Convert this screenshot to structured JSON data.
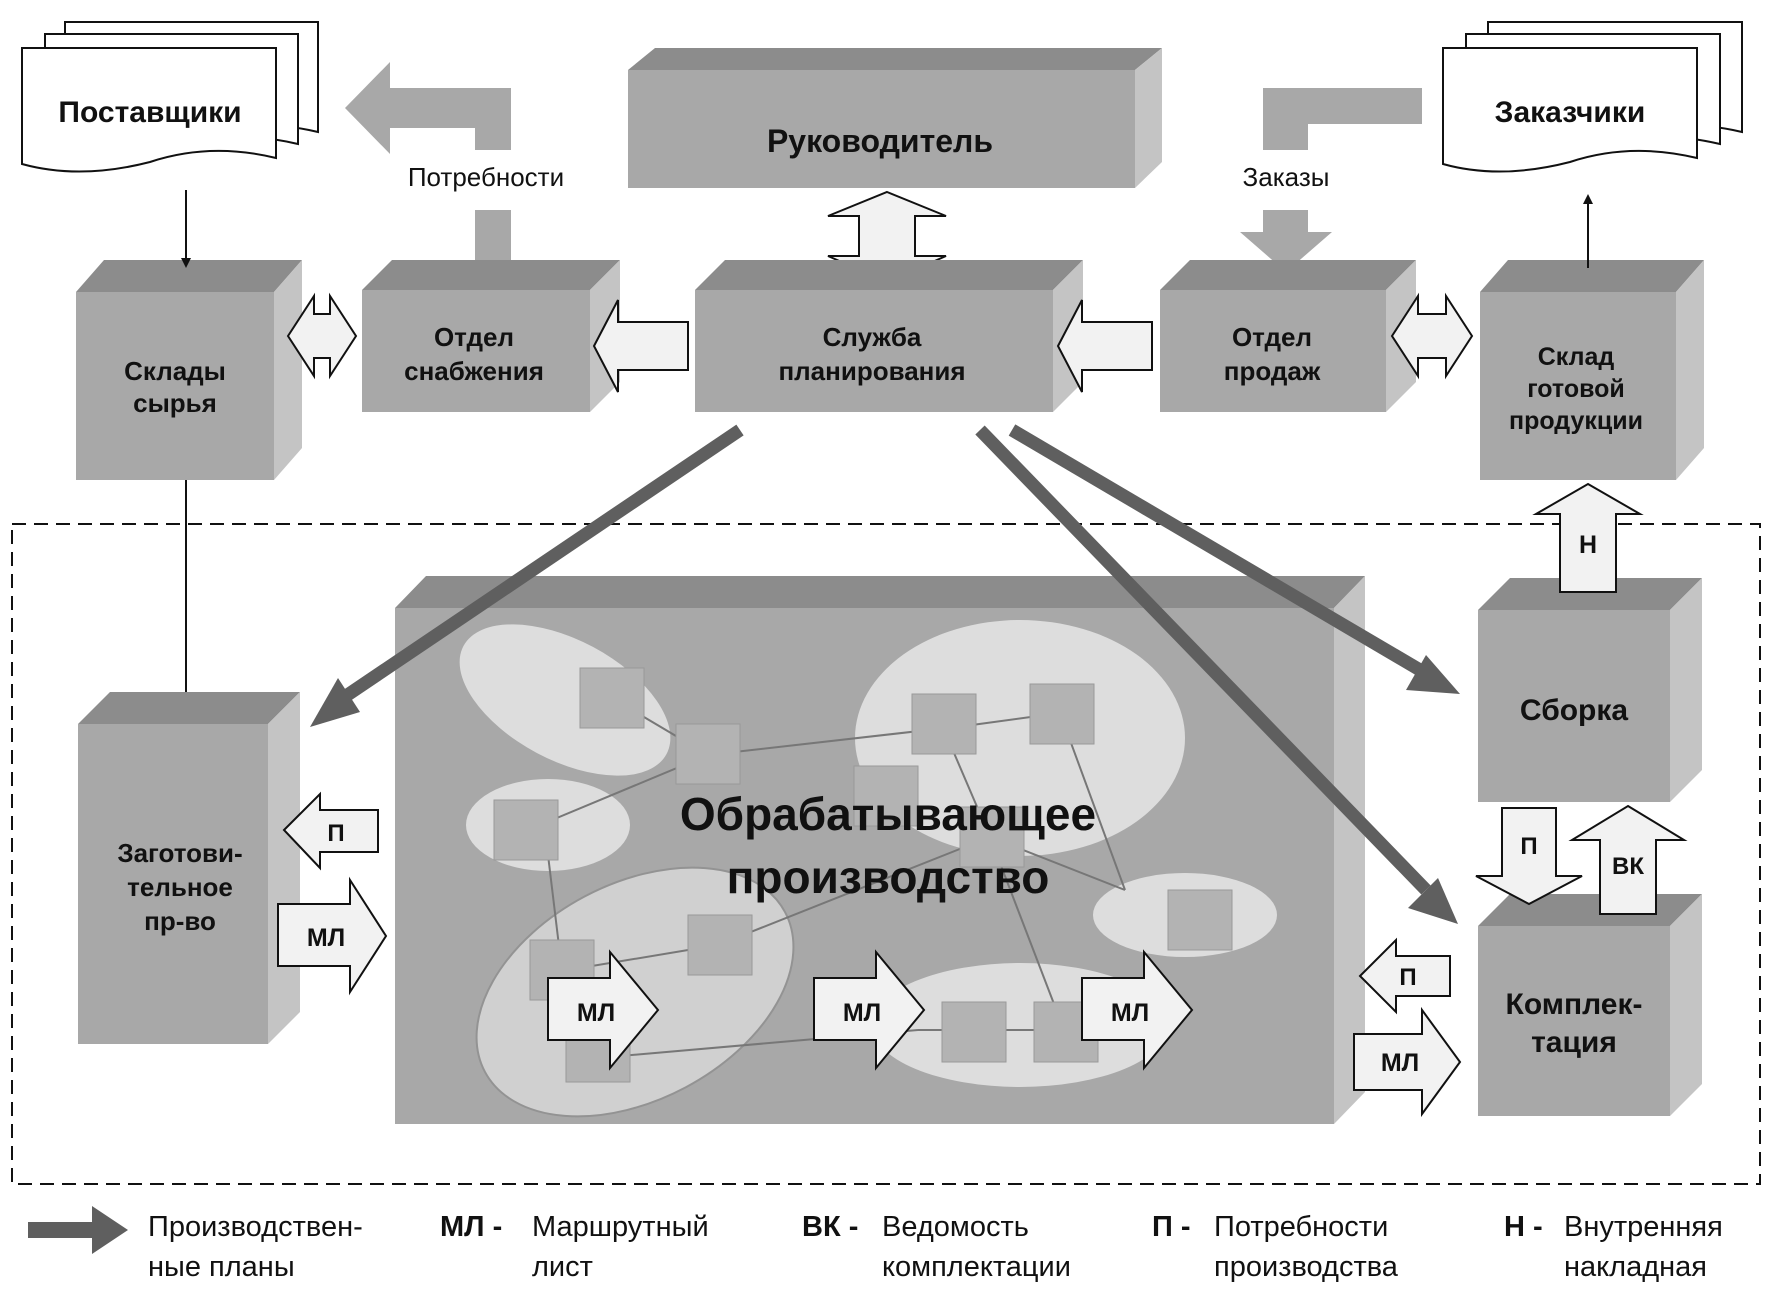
{
  "top": {
    "suppliers": "Поставщики",
    "customers": "Заказчики",
    "manager": "Руководитель",
    "needs_label": "Потребности",
    "orders_label": "Заказы"
  },
  "departments": {
    "raw_warehouse": [
      "Склады",
      "сырья"
    ],
    "supply": [
      "Отдел",
      "снабжения"
    ],
    "planning": [
      "Служба",
      "планирования"
    ],
    "sales": [
      "Отдел",
      "продаж"
    ],
    "finished_warehouse": [
      "Склад",
      "готовой",
      "продукции"
    ]
  },
  "production": {
    "preparation": [
      "Заготови-",
      "тельное",
      "пр-во"
    ],
    "processing": [
      "Обрабатывающее",
      "производство"
    ],
    "assembly": "Сборка",
    "kitting": [
      "Комплек-",
      "тация"
    ]
  },
  "flow_labels": {
    "p": "П",
    "ml": "МЛ",
    "vk": "ВК",
    "n": "Н"
  },
  "legend": [
    {
      "abbr": "",
      "text": [
        "Производствен-",
        "ные планы"
      ]
    },
    {
      "abbr": "МЛ -",
      "text": [
        "Маршрутный",
        "лист"
      ]
    },
    {
      "abbr": "ВК -",
      "text": [
        "Ведомость",
        "комплектации"
      ]
    },
    {
      "abbr": "П -",
      "text": [
        "Потребности",
        "производства"
      ]
    },
    {
      "abbr": "Н -",
      "text": [
        "Внутренняя",
        "накладная"
      ]
    }
  ],
  "colors": {
    "box_front": "#a8a8a8",
    "box_top": "#8c8c8c",
    "box_side": "#c4c4c4",
    "plan_arrow": "#5f5f5f",
    "light_arrow": "#f2f2f2",
    "ellipse": "#e6e6e6",
    "node": "#b3b3b3"
  }
}
